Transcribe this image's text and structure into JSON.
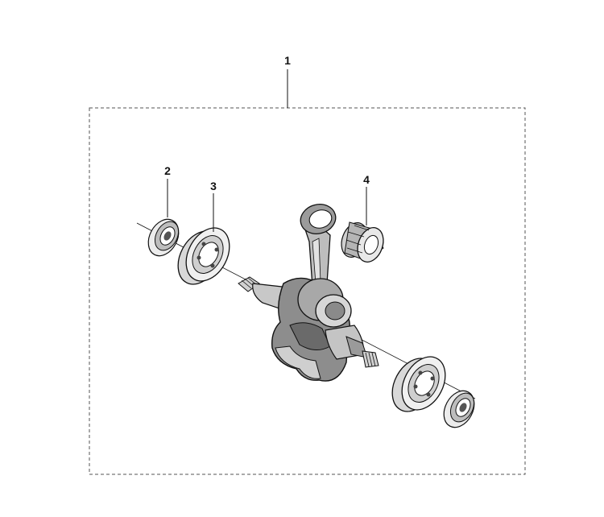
{
  "callouts": {
    "c1": "1",
    "c2": "2",
    "c3": "3",
    "c4": "4"
  },
  "parts": [
    {
      "callout": "1",
      "name": "crankshaft-assembly-kit"
    },
    {
      "callout": "2",
      "name": "oil-seal"
    },
    {
      "callout": "3",
      "name": "ball-bearing"
    },
    {
      "callout": "4",
      "name": "needle-bearing"
    }
  ],
  "colors": {
    "line": "#111111",
    "frame": "#555555",
    "shade": "#9a9a9a",
    "light": "#e6e6e6",
    "dark": "#3a3a3a"
  }
}
